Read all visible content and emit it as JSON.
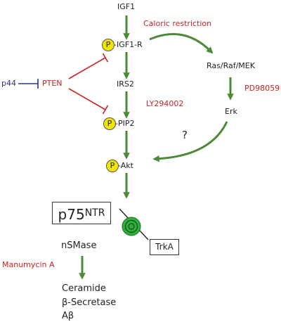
{
  "colors": {
    "arrow": "#4c8a3a",
    "inhibition": "#cc2222",
    "red_text": "#cc2222",
    "blue_text": "#2e2e99",
    "phospho_fill": "#f2e600",
    "receptor_fill": "#2fae3c"
  },
  "nodes": {
    "igf1": "IGF1",
    "p_label": "P",
    "igf1r": "-IGF1-R",
    "irs2": "IRS2",
    "pip2": "-PIP2",
    "akt": "-Akt",
    "pten": "PTEN",
    "p44": "p44",
    "ras_raf_mek": "Ras/Raf/MEK",
    "erk": "Erk",
    "question": "?",
    "p75_base": "p75",
    "p75_sup": "NTR",
    "trka": "TrkA",
    "nsmase": "nSMase",
    "ceramide": "Ceramide",
    "secretase": "β-Secretase",
    "abeta": "Aβ"
  },
  "annotations": {
    "caloric_restriction": "Caloric restriction",
    "pd98059": "PD98059",
    "ly294002": "LY294002",
    "manumycin": "Manumycin A"
  }
}
